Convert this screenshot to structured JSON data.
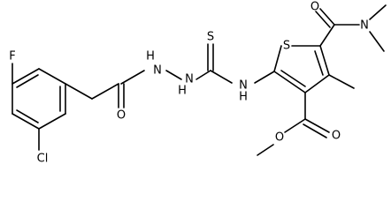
{
  "molecule": {
    "atoms": {
      "F": "F",
      "Cl": "Cl",
      "O_amide": "O",
      "N_hydrazide1": "H",
      "N_hydrazide1_N": "N",
      "N_hydrazide2": "H",
      "N_hydrazide2_N": "N",
      "S_thio": "S",
      "N_thioamide": "N",
      "N_thioamide_H": "H",
      "S_ring": "S",
      "O_dimethylamide": "O",
      "N_dimethyl": "N",
      "O_ester_carbonyl": "O",
      "O_ester": "O"
    },
    "colors": {
      "bond": "#000000",
      "label": "#000000",
      "background": "#ffffff"
    }
  }
}
